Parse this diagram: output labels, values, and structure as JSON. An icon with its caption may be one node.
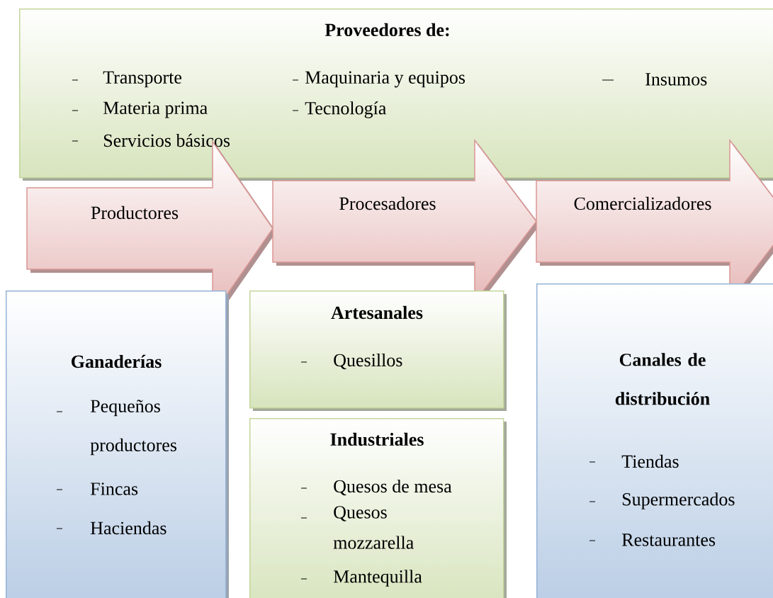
{
  "diagram": {
    "nodes": [
      {
        "text": [
          "Proveedores de:",
          "Transporte",
          "Materia prima",
          "Servicios básicos",
          "Maquinaria y equipos",
          "Tecnología",
          "Insumos"
        ]
      },
      {
        "text": [
          "Productores"
        ]
      },
      {
        "text": [
          "Procesadores"
        ]
      },
      {
        "text": [
          "Comercializadores"
        ]
      },
      {
        "text": [
          "Ganaderías",
          "Pequeños productores",
          "Fincas",
          "Haciendas"
        ]
      },
      {
        "text": [
          "Artesanales",
          "Quesillos"
        ]
      },
      {
        "text": [
          "Industriales",
          "Quesos de mesa",
          "Quesos mozzarella",
          "Mantequilla"
        ]
      },
      {
        "text": [
          "Canales de distribución",
          "Tiendas",
          "Supermercados",
          "Restaurantes"
        ]
      }
    ]
  }
}
